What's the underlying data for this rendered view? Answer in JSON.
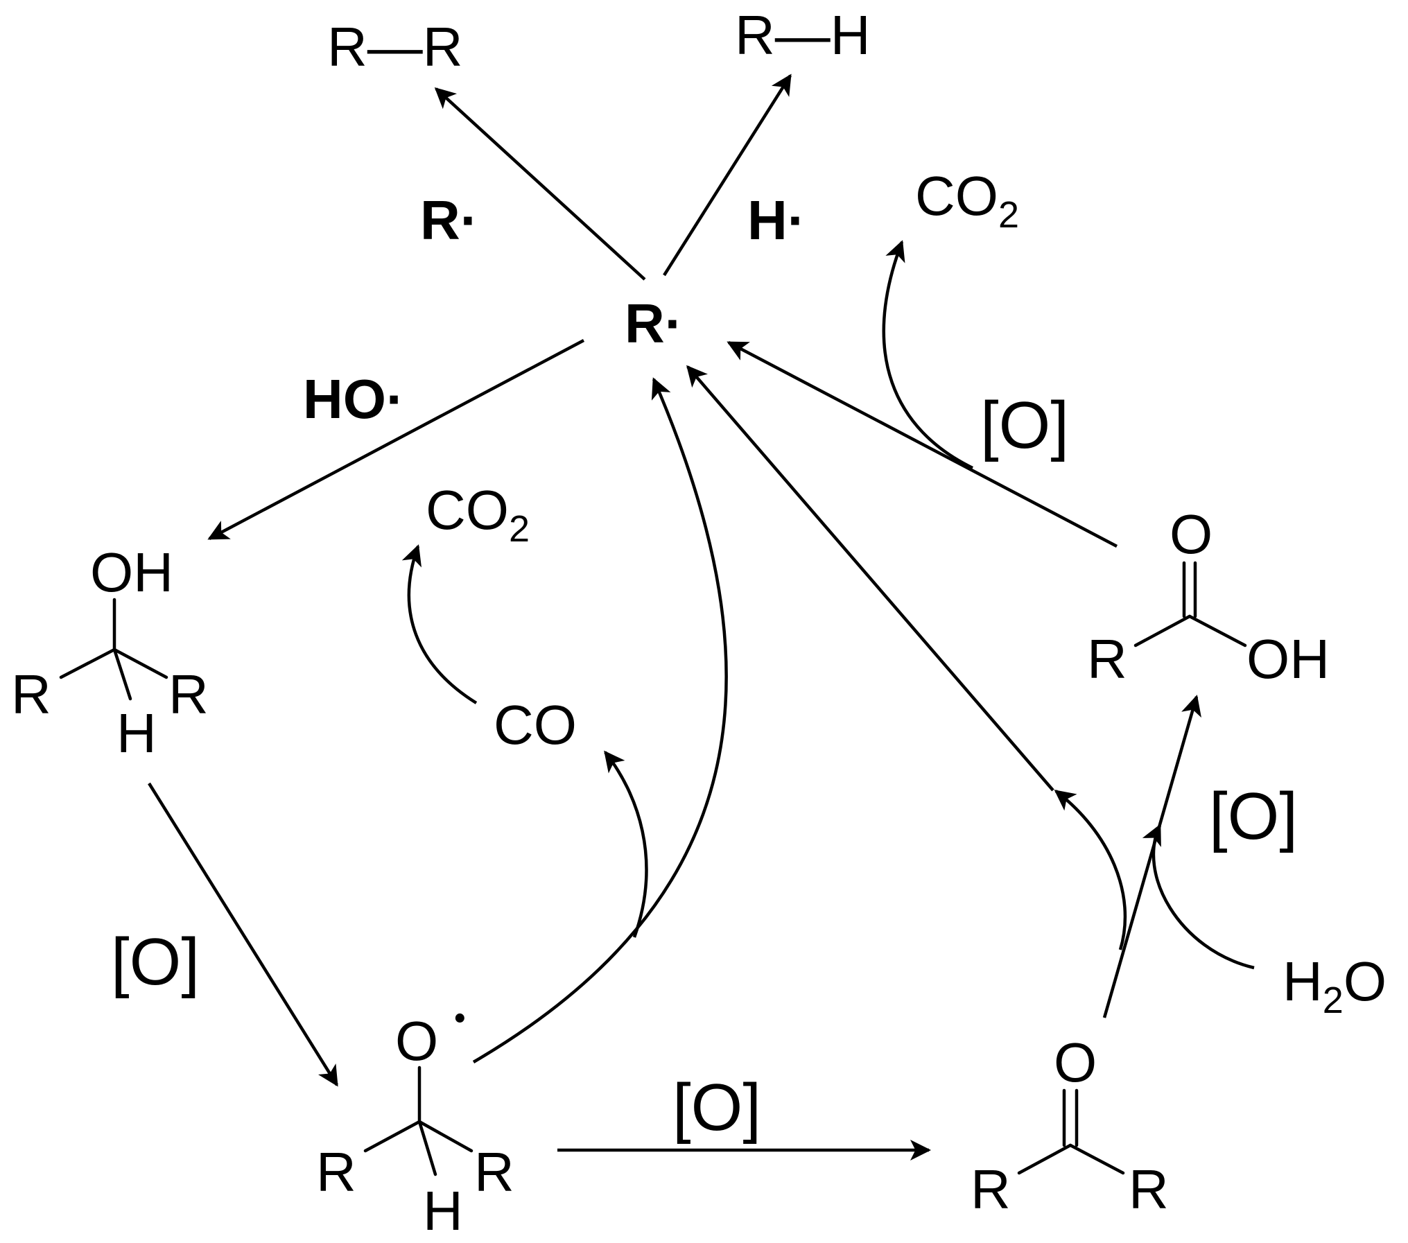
{
  "labels": {
    "r_r": "R—R",
    "r_h": "R—H",
    "r_radical_upper": "R·",
    "h_radical": "H·",
    "co2_top": "CO",
    "co2_top_sub": "2",
    "r_radical_center": "R·",
    "ho_radical": "HO·",
    "co2_middle": "CO",
    "co2_middle_sub": "2",
    "oxidant_right_top": "[O]",
    "acid_o": "O",
    "acid_r": "R",
    "acid_oh": "OH",
    "alcohol_oh": "OH",
    "alcohol_r_left": "R",
    "alcohol_r_right": "R",
    "alcohol_h": "H",
    "co": "CO",
    "oxidant_left": "[O]",
    "oxidant_right_mid": "[O]",
    "h2o_h": "H",
    "h2o_sub": "2",
    "h2o_o": "O",
    "alkoxy_o": "O",
    "alkoxy_dot": "·",
    "alkoxy_r_left": "R",
    "alkoxy_r_right": "R",
    "alkoxy_h": "H",
    "oxidant_bottom": "[O]",
    "ketone_o": "O",
    "ketone_r_left": "R",
    "ketone_r_right": "R"
  }
}
